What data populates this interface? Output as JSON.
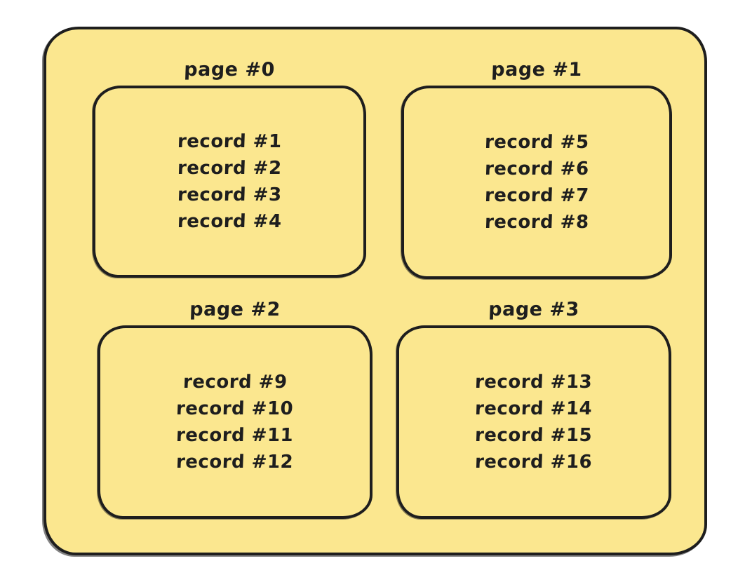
{
  "diagram": {
    "type": "database-file-pages",
    "colors": {
      "fill": "#FBE78F",
      "stroke": "#1e1e1e",
      "background": "#ffffff"
    },
    "pages": [
      {
        "label": "page #0",
        "records": [
          "record #1",
          "record #2",
          "record #3",
          "record #4"
        ]
      },
      {
        "label": "page #1",
        "records": [
          "record #5",
          "record #6",
          "record #7",
          "record #8"
        ]
      },
      {
        "label": "page #2",
        "records": [
          "record #9",
          "record #10",
          "record #11",
          "record #12"
        ]
      },
      {
        "label": "page #3",
        "records": [
          "record #13",
          "record #14",
          "record #15",
          "record #16"
        ]
      }
    ]
  }
}
